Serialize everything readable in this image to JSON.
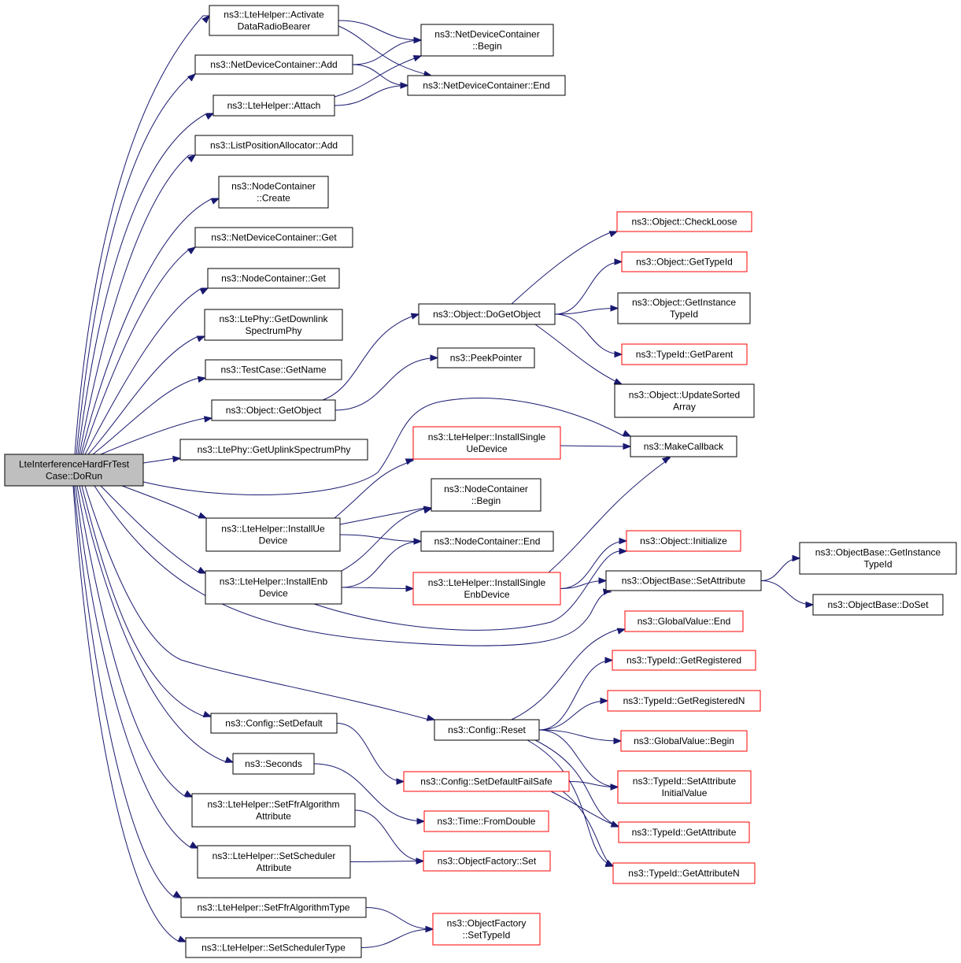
{
  "nodes": [
    {
      "id": "root",
      "lines": [
        "LteInterferenceHardFrTest",
        "Case::DoRun"
      ],
      "style": "root"
    },
    {
      "id": "activate",
      "lines": [
        "ns3::LteHelper::Activate",
        "DataRadioBearer"
      ],
      "style": "black"
    },
    {
      "id": "ndc_add",
      "lines": [
        "ns3::NetDeviceContainer::Add"
      ],
      "style": "black"
    },
    {
      "id": "attach",
      "lines": [
        "ns3::LteHelper::Attach"
      ],
      "style": "black"
    },
    {
      "id": "lpa_add",
      "lines": [
        "ns3::ListPositionAllocator::Add"
      ],
      "style": "black"
    },
    {
      "id": "nc_create",
      "lines": [
        "ns3::NodeContainer",
        "::Create"
      ],
      "style": "black"
    },
    {
      "id": "ndc_get",
      "lines": [
        "ns3::NetDeviceContainer::Get"
      ],
      "style": "black"
    },
    {
      "id": "nc_get",
      "lines": [
        "ns3::NodeContainer::Get"
      ],
      "style": "black"
    },
    {
      "id": "getdl",
      "lines": [
        "ns3::LtePhy::GetDownlink",
        "SpectrumPhy"
      ],
      "style": "black"
    },
    {
      "id": "getname",
      "lines": [
        "ns3::TestCase::GetName"
      ],
      "style": "black"
    },
    {
      "id": "getobject",
      "lines": [
        "ns3::Object::GetObject"
      ],
      "style": "black"
    },
    {
      "id": "getul",
      "lines": [
        "ns3::LtePhy::GetUplinkSpectrumPhy"
      ],
      "style": "black"
    },
    {
      "id": "installue",
      "lines": [
        "ns3::LteHelper::InstallUe",
        "Device"
      ],
      "style": "black"
    },
    {
      "id": "installenb",
      "lines": [
        "ns3::LteHelper::InstallEnb",
        "Device"
      ],
      "style": "black"
    },
    {
      "id": "cfg_setdefault",
      "lines": [
        "ns3::Config::SetDefault"
      ],
      "style": "black"
    },
    {
      "id": "seconds",
      "lines": [
        "ns3::Seconds"
      ],
      "style": "black"
    },
    {
      "id": "setffrattr",
      "lines": [
        "ns3::LteHelper::SetFfrAlgorithm",
        "Attribute"
      ],
      "style": "black"
    },
    {
      "id": "setschedattr",
      "lines": [
        "ns3::LteHelper::SetScheduler",
        "Attribute"
      ],
      "style": "black"
    },
    {
      "id": "setffrtype",
      "lines": [
        "ns3::LteHelper::SetFfrAlgorithmType"
      ],
      "style": "black"
    },
    {
      "id": "setschedtype",
      "lines": [
        "ns3::LteHelper::SetSchedulerType"
      ],
      "style": "black"
    },
    {
      "id": "ndc_begin",
      "lines": [
        "ns3::NetDeviceContainer",
        "::Begin"
      ],
      "style": "black"
    },
    {
      "id": "ndc_end",
      "lines": [
        "ns3::NetDeviceContainer::End"
      ],
      "style": "black"
    },
    {
      "id": "dogetobject",
      "lines": [
        "ns3::Object::DoGetObject"
      ],
      "style": "black"
    },
    {
      "id": "peekpointer",
      "lines": [
        "ns3::PeekPointer"
      ],
      "style": "black"
    },
    {
      "id": "installsingleue",
      "lines": [
        "ns3::LteHelper::InstallSingle",
        "UeDevice"
      ],
      "style": "red"
    },
    {
      "id": "nc_begin",
      "lines": [
        "ns3::NodeContainer",
        "::Begin"
      ],
      "style": "black"
    },
    {
      "id": "nc_end",
      "lines": [
        "ns3::NodeContainer::End"
      ],
      "style": "black"
    },
    {
      "id": "installsingleenb",
      "lines": [
        "ns3::LteHelper::InstallSingle",
        "EnbDevice"
      ],
      "style": "red"
    },
    {
      "id": "cfg_reset",
      "lines": [
        "ns3::Config::Reset"
      ],
      "style": "black"
    },
    {
      "id": "setdefaultfailsafe",
      "lines": [
        "ns3::Config::SetDefaultFailSafe"
      ],
      "style": "red"
    },
    {
      "id": "fromdouble",
      "lines": [
        "ns3::Time::FromDouble"
      ],
      "style": "red"
    },
    {
      "id": "of_set",
      "lines": [
        "ns3::ObjectFactory::Set"
      ],
      "style": "red"
    },
    {
      "id": "of_settypeid",
      "lines": [
        "ns3::ObjectFactory",
        "::SetTypeId"
      ],
      "style": "red"
    },
    {
      "id": "checkloose",
      "lines": [
        "ns3::Object::CheckLoose"
      ],
      "style": "red"
    },
    {
      "id": "obj_gettypeid",
      "lines": [
        "ns3::Object::GetTypeId"
      ],
      "style": "red"
    },
    {
      "id": "obj_getinstancetypeid",
      "lines": [
        "ns3::Object::GetInstance",
        "TypeId"
      ],
      "style": "black"
    },
    {
      "id": "tid_getparent",
      "lines": [
        "ns3::TypeId::GetParent"
      ],
      "style": "red"
    },
    {
      "id": "updatesortedarray",
      "lines": [
        "ns3::Object::UpdateSorted",
        "Array"
      ],
      "style": "black"
    },
    {
      "id": "makecallback",
      "lines": [
        "ns3::MakeCallback"
      ],
      "style": "black"
    },
    {
      "id": "obj_initialize",
      "lines": [
        "ns3::Object::Initialize"
      ],
      "style": "red"
    },
    {
      "id": "ob_setattribute",
      "lines": [
        "ns3::ObjectBase::SetAttribute"
      ],
      "style": "black"
    },
    {
      "id": "ob_getinstancetypeid",
      "lines": [
        "ns3::ObjectBase::GetInstance",
        "TypeId"
      ],
      "style": "black"
    },
    {
      "id": "ob_doset",
      "lines": [
        "ns3::ObjectBase::DoSet"
      ],
      "style": "black"
    },
    {
      "id": "gv_end",
      "lines": [
        "ns3::GlobalValue::End"
      ],
      "style": "red"
    },
    {
      "id": "tid_getregistered",
      "lines": [
        "ns3::TypeId::GetRegistered"
      ],
      "style": "red"
    },
    {
      "id": "tid_getregisteredn",
      "lines": [
        "ns3::TypeId::GetRegisteredN"
      ],
      "style": "red"
    },
    {
      "id": "gv_begin",
      "lines": [
        "ns3::GlobalValue::Begin"
      ],
      "style": "red"
    },
    {
      "id": "tid_setattrinit",
      "lines": [
        "ns3::TypeId::SetAttribute",
        "InitialValue"
      ],
      "style": "red"
    },
    {
      "id": "tid_getattribute",
      "lines": [
        "ns3::TypeId::GetAttribute"
      ],
      "style": "red"
    },
    {
      "id": "tid_getattributen",
      "lines": [
        "ns3::TypeId::GetAttributeN"
      ],
      "style": "red"
    }
  ],
  "edges": [
    [
      "root",
      "activate"
    ],
    [
      "root",
      "ndc_add"
    ],
    [
      "root",
      "attach"
    ],
    [
      "root",
      "lpa_add"
    ],
    [
      "root",
      "nc_create"
    ],
    [
      "root",
      "ndc_get"
    ],
    [
      "root",
      "nc_get"
    ],
    [
      "root",
      "getdl"
    ],
    [
      "root",
      "getname"
    ],
    [
      "root",
      "getobject"
    ],
    [
      "root",
      "getul"
    ],
    [
      "root",
      "makecallback"
    ],
    [
      "root",
      "installue"
    ],
    [
      "root",
      "installenb"
    ],
    [
      "root",
      "ob_setattribute"
    ],
    [
      "root",
      "cfg_reset"
    ],
    [
      "root",
      "cfg_setdefault"
    ],
    [
      "root",
      "seconds"
    ],
    [
      "root",
      "setffrattr"
    ],
    [
      "root",
      "setschedattr"
    ],
    [
      "root",
      "setffrtype"
    ],
    [
      "root",
      "setschedtype"
    ],
    [
      "activate",
      "ndc_begin"
    ],
    [
      "activate",
      "ndc_end"
    ],
    [
      "ndc_add",
      "ndc_begin"
    ],
    [
      "ndc_add",
      "ndc_end"
    ],
    [
      "attach",
      "ndc_begin"
    ],
    [
      "attach",
      "ndc_end"
    ],
    [
      "getobject",
      "dogetobject"
    ],
    [
      "getobject",
      "peekpointer"
    ],
    [
      "dogetobject",
      "checkloose"
    ],
    [
      "dogetobject",
      "obj_gettypeid"
    ],
    [
      "dogetobject",
      "obj_getinstancetypeid"
    ],
    [
      "dogetobject",
      "tid_getparent"
    ],
    [
      "dogetobject",
      "updatesortedarray"
    ],
    [
      "installue",
      "installsingleue"
    ],
    [
      "installue",
      "nc_begin"
    ],
    [
      "installue",
      "nc_end"
    ],
    [
      "installsingleue",
      "makecallback"
    ],
    [
      "installenb",
      "installsingleenb"
    ],
    [
      "installenb",
      "nc_begin"
    ],
    [
      "installenb",
      "nc_end"
    ],
    [
      "installenb",
      "obj_initialize"
    ],
    [
      "installsingleenb",
      "makecallback"
    ],
    [
      "installsingleenb",
      "obj_initialize"
    ],
    [
      "installsingleenb",
      "ob_setattribute"
    ],
    [
      "ob_setattribute",
      "ob_getinstancetypeid"
    ],
    [
      "ob_setattribute",
      "ob_doset"
    ],
    [
      "cfg_reset",
      "gv_end"
    ],
    [
      "cfg_reset",
      "tid_getregistered"
    ],
    [
      "cfg_reset",
      "tid_getregisteredn"
    ],
    [
      "cfg_reset",
      "gv_begin"
    ],
    [
      "cfg_reset",
      "tid_setattrinit"
    ],
    [
      "cfg_reset",
      "tid_getattribute"
    ],
    [
      "cfg_reset",
      "tid_getattributen"
    ],
    [
      "cfg_setdefault",
      "setdefaultfailsafe"
    ],
    [
      "setdefaultfailsafe",
      "tid_setattrinit"
    ],
    [
      "setdefaultfailsafe",
      "tid_getattribute"
    ],
    [
      "setdefaultfailsafe",
      "tid_getattributen"
    ],
    [
      "seconds",
      "fromdouble"
    ],
    [
      "setffrattr",
      "of_set"
    ],
    [
      "setschedattr",
      "of_set"
    ],
    [
      "setffrtype",
      "of_settypeid"
    ],
    [
      "setschedtype",
      "of_settypeid"
    ]
  ]
}
